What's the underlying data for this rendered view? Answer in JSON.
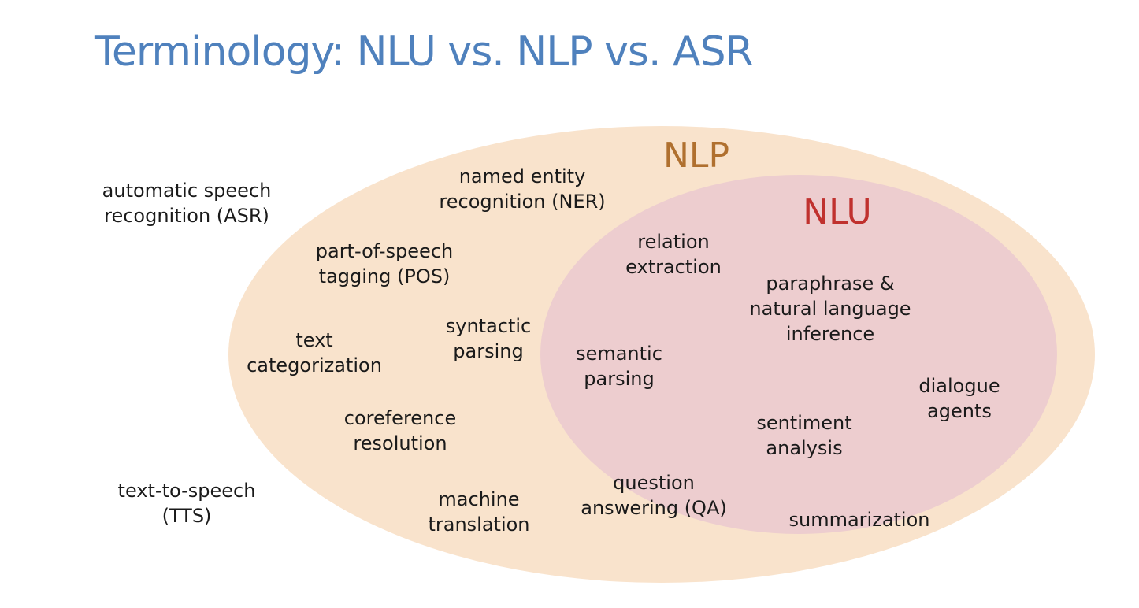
{
  "title": "Terminology: NLU vs. NLP vs. ASR",
  "colors": {
    "title": "#4f81bd",
    "nlp_fill": "#f9e3cc",
    "nlu_fill": "#edcdcf",
    "nlp_label": "#b0702f",
    "nlu_label": "#c0312e",
    "term_text": "#1a1a1a"
  },
  "sets": {
    "nlp": {
      "label": "NLP"
    },
    "nlu": {
      "label": "NLU"
    }
  },
  "outside_terms": [
    {
      "id": "asr",
      "lines": [
        "automatic speech",
        "recognition (ASR)"
      ]
    },
    {
      "id": "tts",
      "lines": [
        "text-to-speech",
        "(TTS)"
      ]
    }
  ],
  "nlp_terms": [
    {
      "id": "ner",
      "lines": [
        "named entity",
        "recognition (NER)"
      ]
    },
    {
      "id": "pos",
      "lines": [
        "part-of-speech",
        "tagging (POS)"
      ]
    },
    {
      "id": "text-categorization",
      "lines": [
        "text",
        "categorization"
      ]
    },
    {
      "id": "syntactic-parsing",
      "lines": [
        "syntactic",
        "parsing"
      ]
    },
    {
      "id": "coreference-resolution",
      "lines": [
        "coreference",
        "resolution"
      ]
    },
    {
      "id": "machine-translation",
      "lines": [
        "machine",
        "translation"
      ]
    }
  ],
  "nlu_terms": [
    {
      "id": "relation-extraction",
      "lines": [
        "relation",
        "extraction"
      ]
    },
    {
      "id": "paraphrase-nli",
      "lines": [
        "paraphrase &",
        "natural language",
        "inference"
      ]
    },
    {
      "id": "semantic-parsing",
      "lines": [
        "semantic",
        "parsing"
      ]
    },
    {
      "id": "dialogue-agents",
      "lines": [
        "dialogue",
        "agents"
      ]
    },
    {
      "id": "sentiment-analysis",
      "lines": [
        "sentiment",
        "analysis"
      ]
    },
    {
      "id": "question-answering",
      "lines": [
        "question",
        "answering (QA)"
      ]
    },
    {
      "id": "summarization",
      "lines": [
        "summarization"
      ]
    }
  ]
}
